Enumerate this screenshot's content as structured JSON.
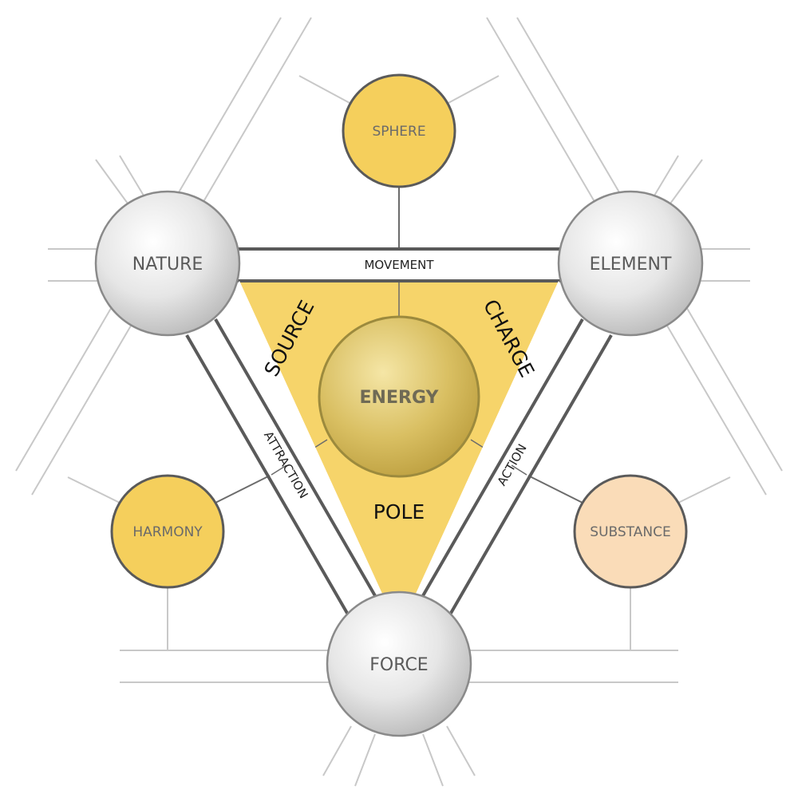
{
  "colors": {
    "triangle_fill": "#F6D46A",
    "small_node_fill": "#F5CF5C",
    "substance_fill": "#FADCB8",
    "grey_node": "#D9D9D9",
    "center_node": "#C9B05A",
    "line": "#5A5A5A",
    "faint_line": "#C8C8C8"
  },
  "nodes": {
    "nature": "NATURE",
    "element": "ELEMENT",
    "force": "FORCE",
    "energy": "ENERGY",
    "sphere": "SPHERE",
    "harmony": "HARMONY",
    "substance": "SUBSTANCE"
  },
  "edges": {
    "movement": "MOVEMENT",
    "attraction": "ATTRACTION",
    "action": "ACTION"
  },
  "sectors": {
    "source": "SOURCE",
    "charge": "CHARGE",
    "pole": "POLE"
  }
}
